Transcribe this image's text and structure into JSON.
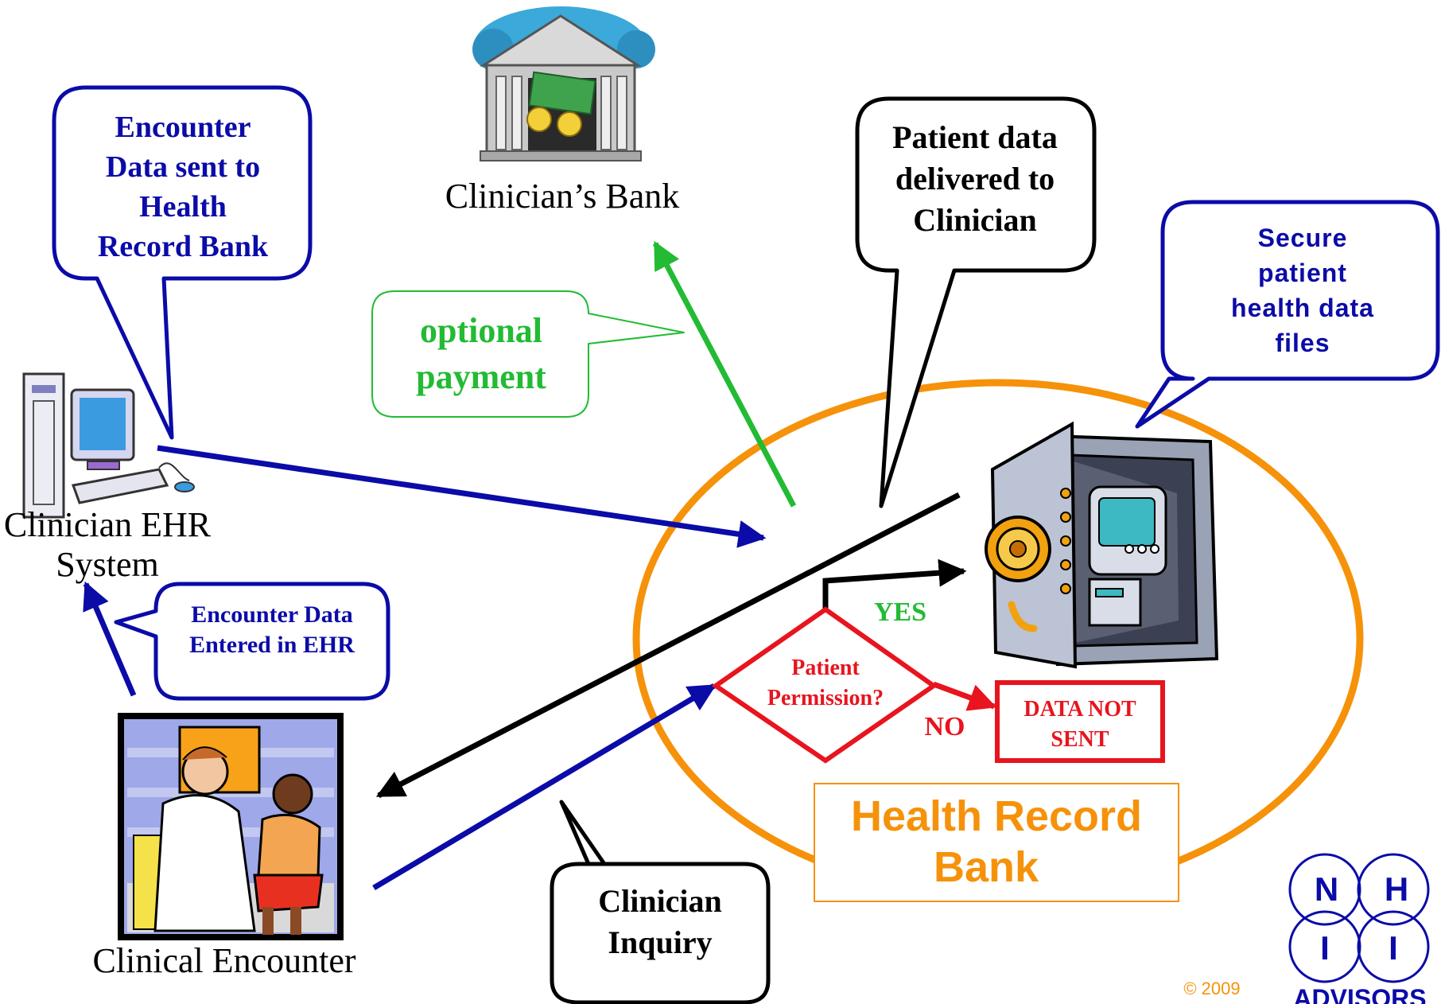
{
  "labels": {
    "clinicians_bank": "Clinician’s Bank",
    "clinician_ehr_line1": "Clinician EHR",
    "clinician_ehr_line2": "System",
    "clinical_encounter": "Clinical Encounter"
  },
  "callouts": {
    "encounter_sent": [
      "Encounter",
      "Data sent to",
      "Health",
      "Record Bank"
    ],
    "optional_payment": [
      "optional",
      "payment"
    ],
    "patient_data_delivered": [
      "Patient data",
      "delivered to",
      "Clinician"
    ],
    "secure_files": [
      "Secure",
      "patient",
      "health data",
      "files"
    ],
    "encounter_entered": [
      "Encounter Data",
      "Entered in EHR"
    ],
    "clinician_inquiry": [
      "Clinician",
      "Inquiry"
    ]
  },
  "flow": {
    "decision": [
      "Patient",
      "Permission?"
    ],
    "yes": "YES",
    "no": "NO",
    "data_not_sent": [
      "DATA NOT",
      "SENT"
    ]
  },
  "health_record_bank": [
    "Health Record",
    "Bank"
  ],
  "copyright": "© 2009",
  "logo": {
    "letters": [
      "N",
      "H",
      "I",
      "I"
    ],
    "text": "ADVISORS"
  },
  "colors": {
    "blue": "#0b0ba8",
    "green": "#22bb33",
    "orange": "#f5920a",
    "red": "#e8141e",
    "black": "#000000"
  }
}
